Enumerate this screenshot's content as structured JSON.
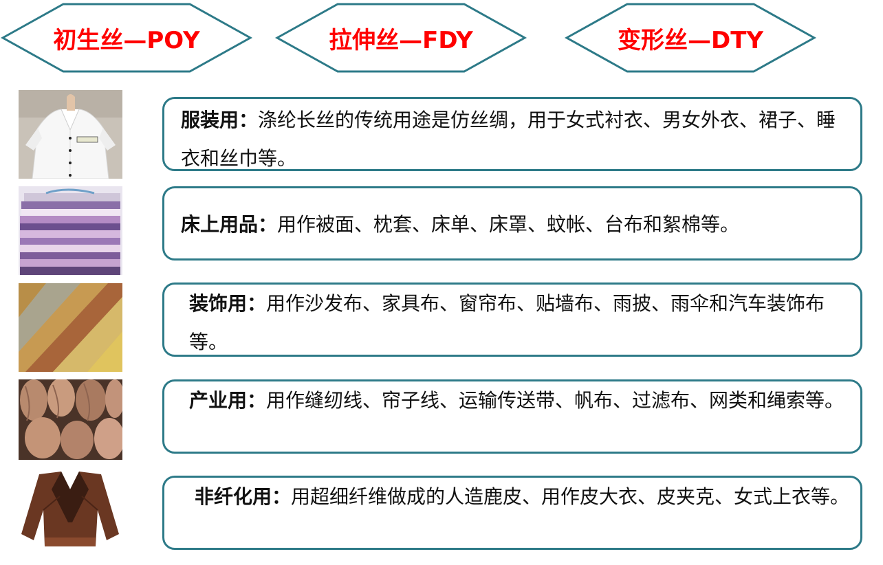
{
  "banners": [
    {
      "label": "初生丝—POY"
    },
    {
      "label": "拉伸丝—FDY"
    },
    {
      "label": "变形丝—DTY"
    }
  ],
  "colors": {
    "banner_border": "#2d7a88",
    "banner_text": "#ff0000",
    "box_border": "#2d7a88"
  },
  "uses": [
    {
      "heading": "服装用：",
      "text": "涤纶长丝的传统用途是仿丝绸，用于女式衬衣、男女外衣、裙子、睡衣和丝巾等。",
      "image": "white-blouse-photo"
    },
    {
      "heading": "床上用品：",
      "text": "用作被面、枕套、床单、床罩、蚊帐、台布和絮棉等。",
      "image": "folded-bedding-photo"
    },
    {
      "heading": "装饰用：",
      "text": "用作沙发布、家具布、窗帘布、贴墙布、雨披、雨伞和汽车装饰布等。",
      "image": "upholstery-fabric-photo"
    },
    {
      "heading": "产业用：",
      "text": "用作缝纫线、帘子线、运输传送带、帆布、过滤布、网类和绳索等。",
      "image": "yarn-skeins-photo"
    },
    {
      "heading": "非纤化用：",
      "text": "用超细纤维做成的人造鹿皮、用作皮大衣、皮夹克、女式上衣等。",
      "image": "leather-jacket-photo"
    }
  ]
}
